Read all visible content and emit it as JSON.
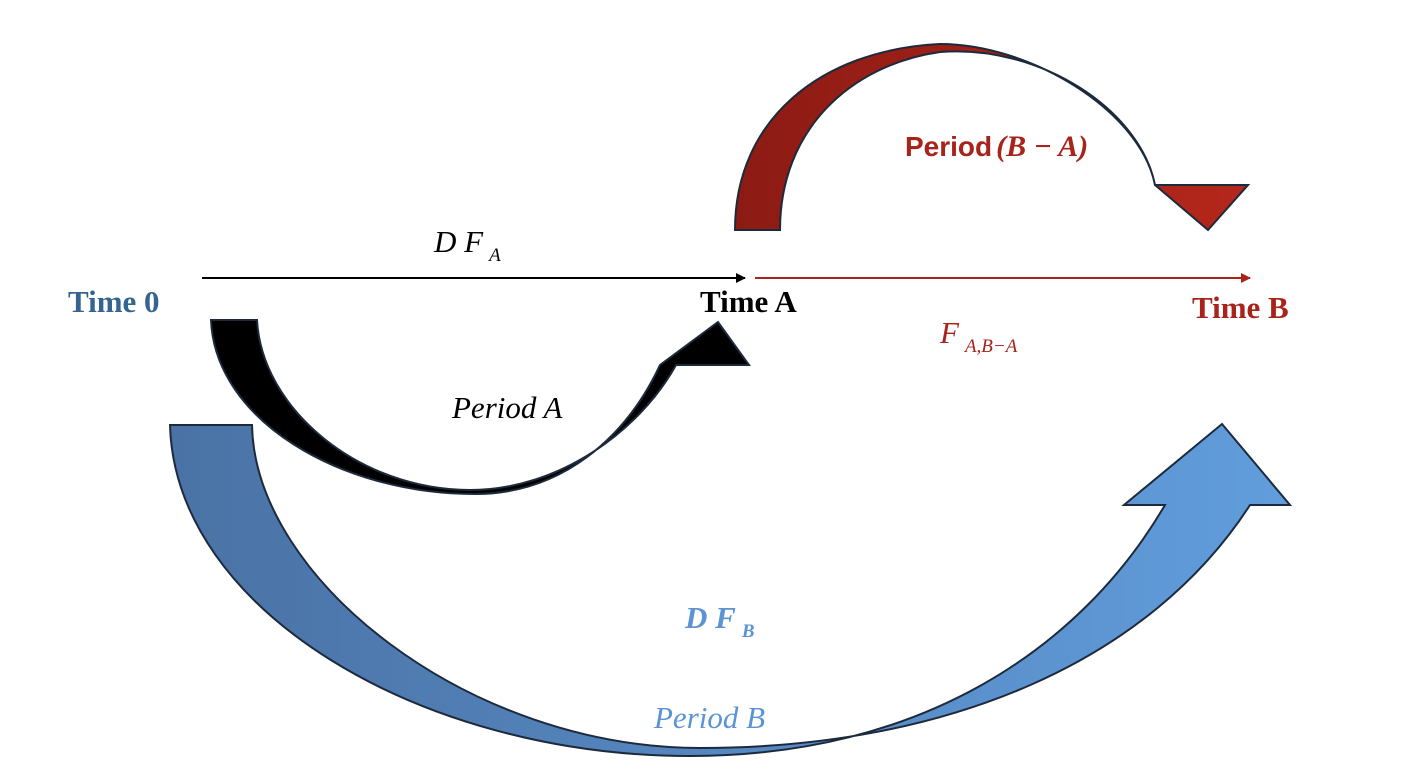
{
  "labels": {
    "time_0": "Time 0",
    "time_a": "Time A",
    "time_b": "Time B",
    "df_a": "D F",
    "df_a_sub": "A",
    "f_ab": "F",
    "f_ab_sub": "A,B−A",
    "period_a": "Period A",
    "period_ba_word": "Period",
    "period_ba_expr": "(B − A)",
    "df_b": "D F",
    "df_b_sub": "B",
    "period_b": "Period B"
  },
  "colors": {
    "black": "#000000",
    "red": "#a8231a",
    "red_dark": "#8a1a13",
    "blue_dark": "#34648f",
    "blue": "#5b93d5",
    "blue_start": "#4b73a6",
    "outline": "#1c2a3c"
  }
}
